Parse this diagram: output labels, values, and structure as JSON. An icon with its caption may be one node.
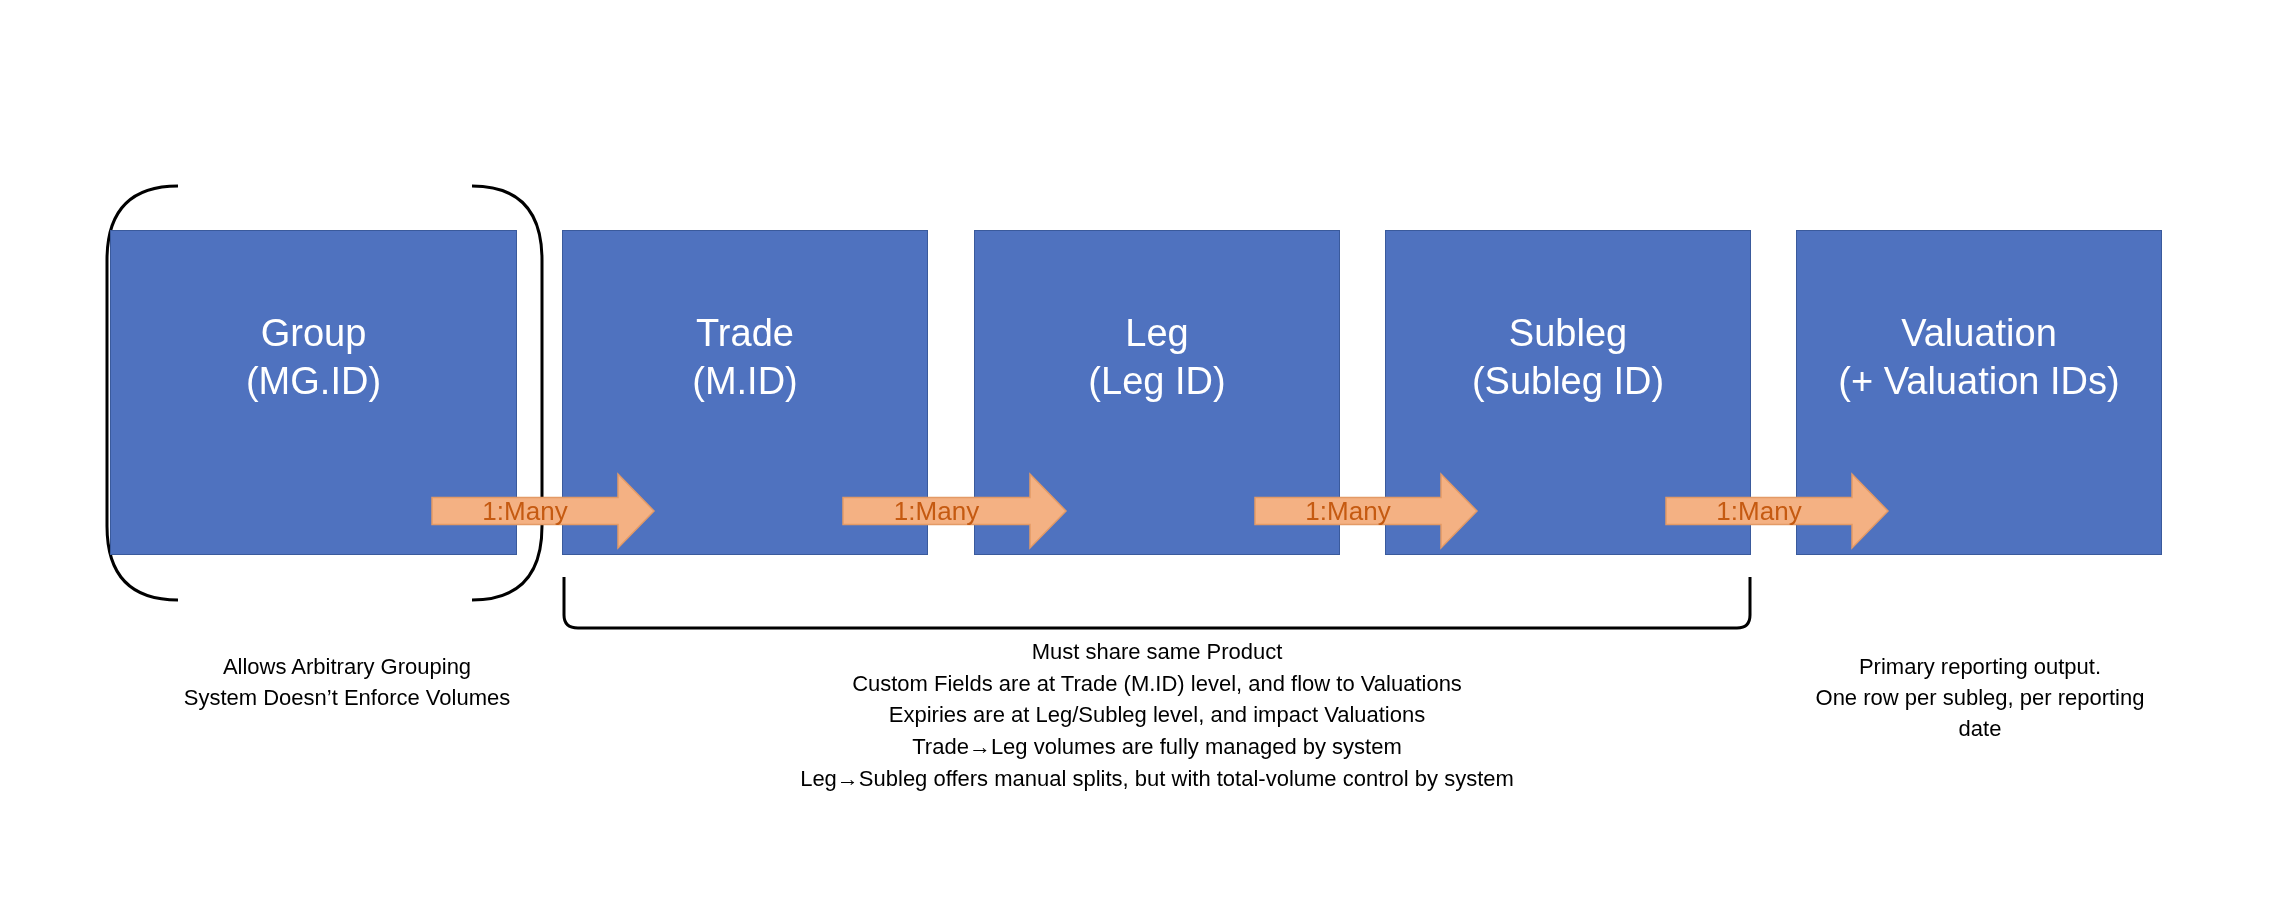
{
  "diagram": {
    "nodes": [
      {
        "text": [
          "Group",
          "(MG.ID)"
        ],
        "beside": [
          "Allows Arbitrary Grouping",
          "System Doesn’t Enforce Volumes"
        ]
      },
      {
        "text": [
          "Trade",
          "(M.ID)"
        ]
      },
      {
        "text": [
          "Leg",
          "(Leg ID)"
        ]
      },
      {
        "text": [
          "Subleg",
          "(Subleg ID)"
        ]
      },
      {
        "text": [
          "Valuation",
          "(+ Valuation IDs)"
        ],
        "beside": [
          "Primary reporting output.",
          "One row per subleg, per reporting date"
        ]
      }
    ],
    "edges": [
      {
        "from": 0,
        "to": 1,
        "arrow": "to",
        "label": "1:Many"
      },
      {
        "from": 1,
        "to": 2,
        "arrow": "to",
        "label": "1:Many"
      },
      {
        "from": 2,
        "to": 3,
        "arrow": "to",
        "label": "1:Many"
      },
      {
        "from": 3,
        "to": 4,
        "arrow": "to",
        "label": "1:Many"
      }
    ],
    "labels": [
      "Must share same Product",
      "Custom Fields are at Trade (M.ID) level, and flow to Valuations",
      "Expiries are at Leg/Subleg level, and impact Valuations",
      "Trade→Leg volumes are fully managed by system",
      "Leg→Subleg offers manual splits, but with total-volume control by system"
    ]
  }
}
